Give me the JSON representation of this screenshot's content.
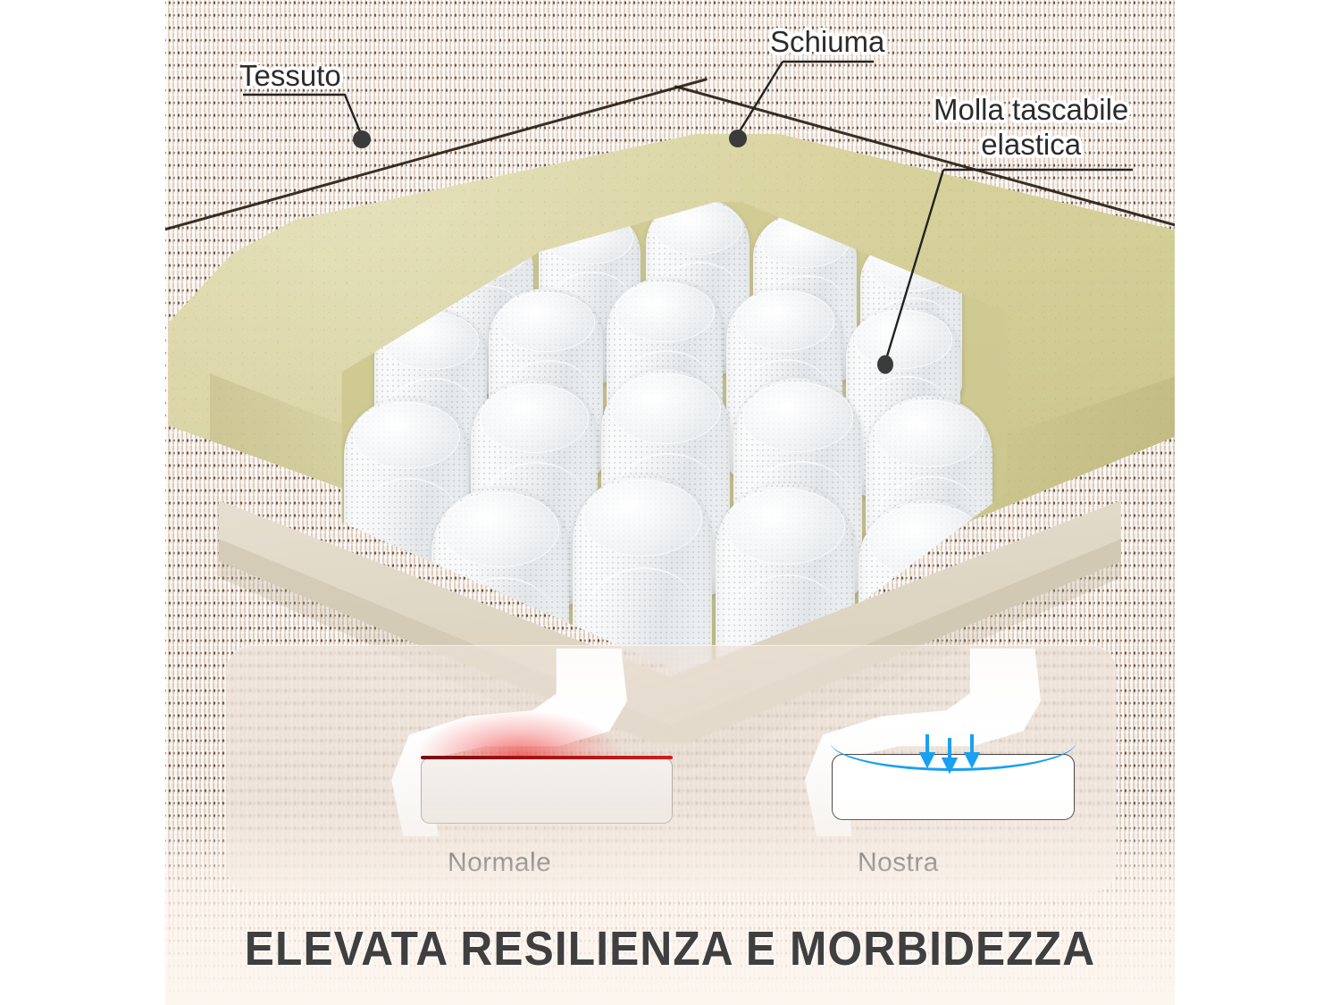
{
  "image": {
    "type": "product-infographic",
    "subject": "mattress cutaway",
    "language": "it"
  },
  "callouts": [
    {
      "id": "fabric",
      "label": "Tessuto",
      "icon": "leader-line-dot",
      "dot": [
        405,
        156
      ]
    },
    {
      "id": "foam",
      "label": "Schiuma",
      "icon": "leader-line-dot",
      "dot": [
        826,
        155
      ]
    },
    {
      "id": "springs",
      "label": "Molla tascabile\nelastica",
      "icon": "leader-line-dot",
      "dot": [
        991,
        408
      ]
    }
  ],
  "comparison": {
    "left": {
      "label": "Normale",
      "indicator": "red-pressure-line",
      "color": "#b01212"
    },
    "right": {
      "label": "Nostra",
      "indicator": "blue-down-arrows",
      "color": "#1aa0f0"
    }
  },
  "headline": {
    "text": "ELEVATA RESILIENZA E MORBIDEZZA",
    "color": "#3f3f3f"
  },
  "palette": {
    "fabric": "#f3e7dd",
    "fabric_fleck": "#6e5a4c",
    "foam": "#d6d09b",
    "coil": "#f4f5f6",
    "background": "#fdf6ef",
    "outline": "#241a10",
    "text": "#2b2b2b"
  }
}
